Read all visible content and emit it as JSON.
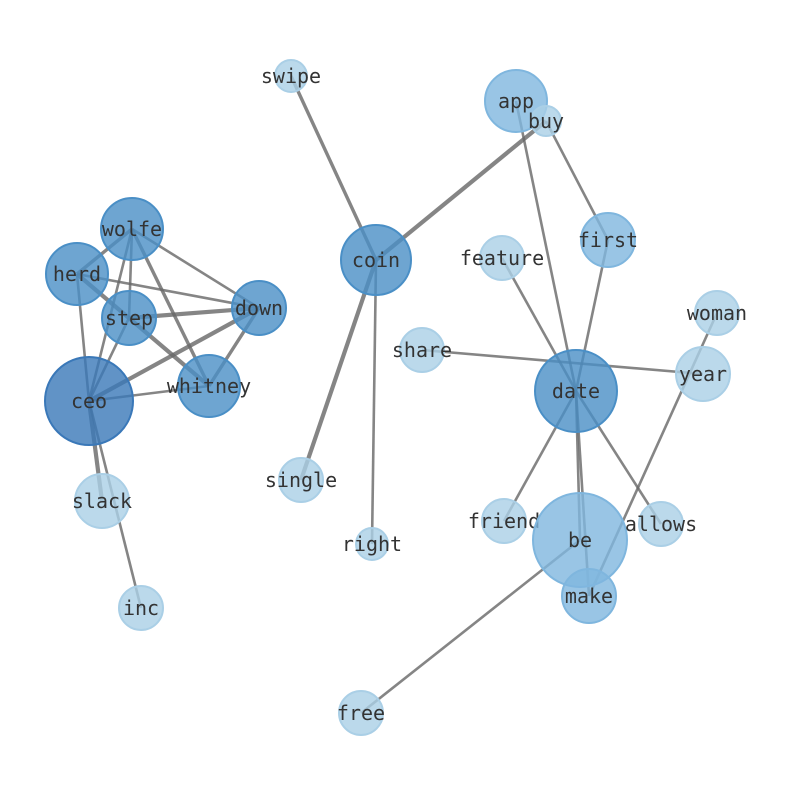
{
  "nodes": [
    {
      "id": "swipe",
      "label": "swipe",
      "tier": "light"
    },
    {
      "id": "app",
      "label": "app",
      "tier": "mid"
    },
    {
      "id": "buy",
      "label": "buy",
      "tier": "light"
    },
    {
      "id": "wolfe",
      "label": "wolfe",
      "tier": "dark"
    },
    {
      "id": "herd",
      "label": "herd",
      "tier": "dark"
    },
    {
      "id": "coin",
      "label": "coin",
      "tier": "dark"
    },
    {
      "id": "feature",
      "label": "feature",
      "tier": "light"
    },
    {
      "id": "first",
      "label": "first",
      "tier": "mid"
    },
    {
      "id": "woman",
      "label": "woman",
      "tier": "light"
    },
    {
      "id": "down",
      "label": "down",
      "tier": "dark"
    },
    {
      "id": "step",
      "label": "step",
      "tier": "dark"
    },
    {
      "id": "share",
      "label": "share",
      "tier": "light"
    },
    {
      "id": "year",
      "label": "year",
      "tier": "light"
    },
    {
      "id": "ceo",
      "label": "ceo",
      "tier": "darkest"
    },
    {
      "id": "whitney",
      "label": "whitney",
      "tier": "dark"
    },
    {
      "id": "date",
      "label": "date",
      "tier": "dark"
    },
    {
      "id": "single",
      "label": "single",
      "tier": "light"
    },
    {
      "id": "slack",
      "label": "slack",
      "tier": "light"
    },
    {
      "id": "friend",
      "label": "friend",
      "tier": "light"
    },
    {
      "id": "be",
      "label": "be",
      "tier": "mid"
    },
    {
      "id": "allows",
      "label": "allows",
      "tier": "light"
    },
    {
      "id": "right",
      "label": "right",
      "tier": "light"
    },
    {
      "id": "make",
      "label": "make",
      "tier": "mid"
    },
    {
      "id": "inc",
      "label": "inc",
      "tier": "light"
    },
    {
      "id": "free",
      "label": "free",
      "tier": "light"
    }
  ],
  "edges": [
    {
      "source": "wolfe",
      "target": "herd",
      "weight": 3
    },
    {
      "source": "wolfe",
      "target": "step",
      "weight": 2
    },
    {
      "source": "wolfe",
      "target": "ceo",
      "weight": 2
    },
    {
      "source": "wolfe",
      "target": "down",
      "weight": 2
    },
    {
      "source": "wolfe",
      "target": "whitney",
      "weight": 3
    },
    {
      "source": "herd",
      "target": "down",
      "weight": 2
    },
    {
      "source": "herd",
      "target": "whitney",
      "weight": 4
    },
    {
      "source": "herd",
      "target": "ceo",
      "weight": 2
    },
    {
      "source": "step",
      "target": "down",
      "weight": 4
    },
    {
      "source": "step",
      "target": "ceo",
      "weight": 2
    },
    {
      "source": "ceo",
      "target": "down",
      "weight": 4
    },
    {
      "source": "ceo",
      "target": "whitney",
      "weight": 2
    },
    {
      "source": "down",
      "target": "whitney",
      "weight": 3
    },
    {
      "source": "ceo",
      "target": "slack",
      "weight": 4
    },
    {
      "source": "ceo",
      "target": "inc",
      "weight": 2
    },
    {
      "source": "coin",
      "target": "swipe",
      "weight": 3
    },
    {
      "source": "coin",
      "target": "buy",
      "weight": 4
    },
    {
      "source": "coin",
      "target": "single",
      "weight": 4
    },
    {
      "source": "coin",
      "target": "right",
      "weight": 2
    },
    {
      "source": "buy",
      "target": "first",
      "weight": 2
    },
    {
      "source": "app",
      "target": "date",
      "weight": 2
    },
    {
      "source": "date",
      "target": "feature",
      "weight": 2
    },
    {
      "source": "date",
      "target": "first",
      "weight": 2
    },
    {
      "source": "date",
      "target": "friend",
      "weight": 2
    },
    {
      "source": "date",
      "target": "allows",
      "weight": 2
    },
    {
      "source": "date",
      "target": "be",
      "weight": 2
    },
    {
      "source": "date",
      "target": "make",
      "weight": 2
    },
    {
      "source": "share",
      "target": "year",
      "weight": 2
    },
    {
      "source": "woman",
      "target": "make",
      "weight": 2
    },
    {
      "source": "be",
      "target": "free",
      "weight": 2
    }
  ],
  "colors": {
    "darkest": "#3a78b8",
    "dark": "#4a8fc6",
    "mid": "#7fb6de",
    "light": "#aacfe6",
    "edge": "#666666"
  }
}
